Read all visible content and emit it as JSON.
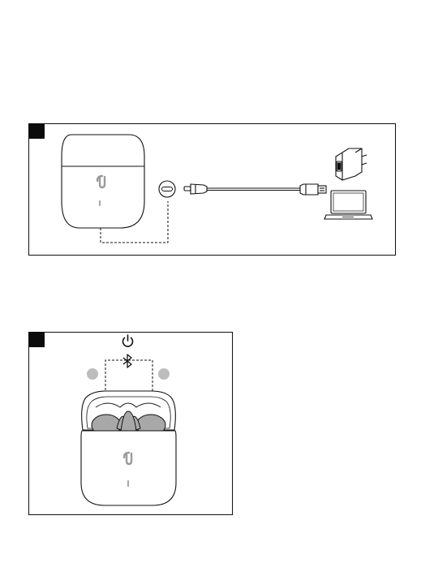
{
  "panels": [
    {
      "id": "step-1",
      "badge": "",
      "illustration": "charging-case-connected-by-usb-c-cable-to-wall-adapter-or-laptop",
      "icons": [
        "charging-case",
        "usb-c-port",
        "usb-c-cable",
        "usb-a-plug",
        "wall-adapter",
        "laptop"
      ]
    },
    {
      "id": "step-2",
      "badge": "",
      "illustration": "open-case-with-earbuds-pairing",
      "icons": [
        "power-icon",
        "bluetooth-icon",
        "led-indicator-left",
        "led-indicator-right",
        "open-case",
        "earbuds"
      ]
    }
  ],
  "colors": {
    "line": "#111111",
    "case_fill": "#ffffff",
    "earbud_fill": "#a8a8a8",
    "led_fill": "#bdbdbd",
    "badge_fill": "#0c0c0c"
  }
}
